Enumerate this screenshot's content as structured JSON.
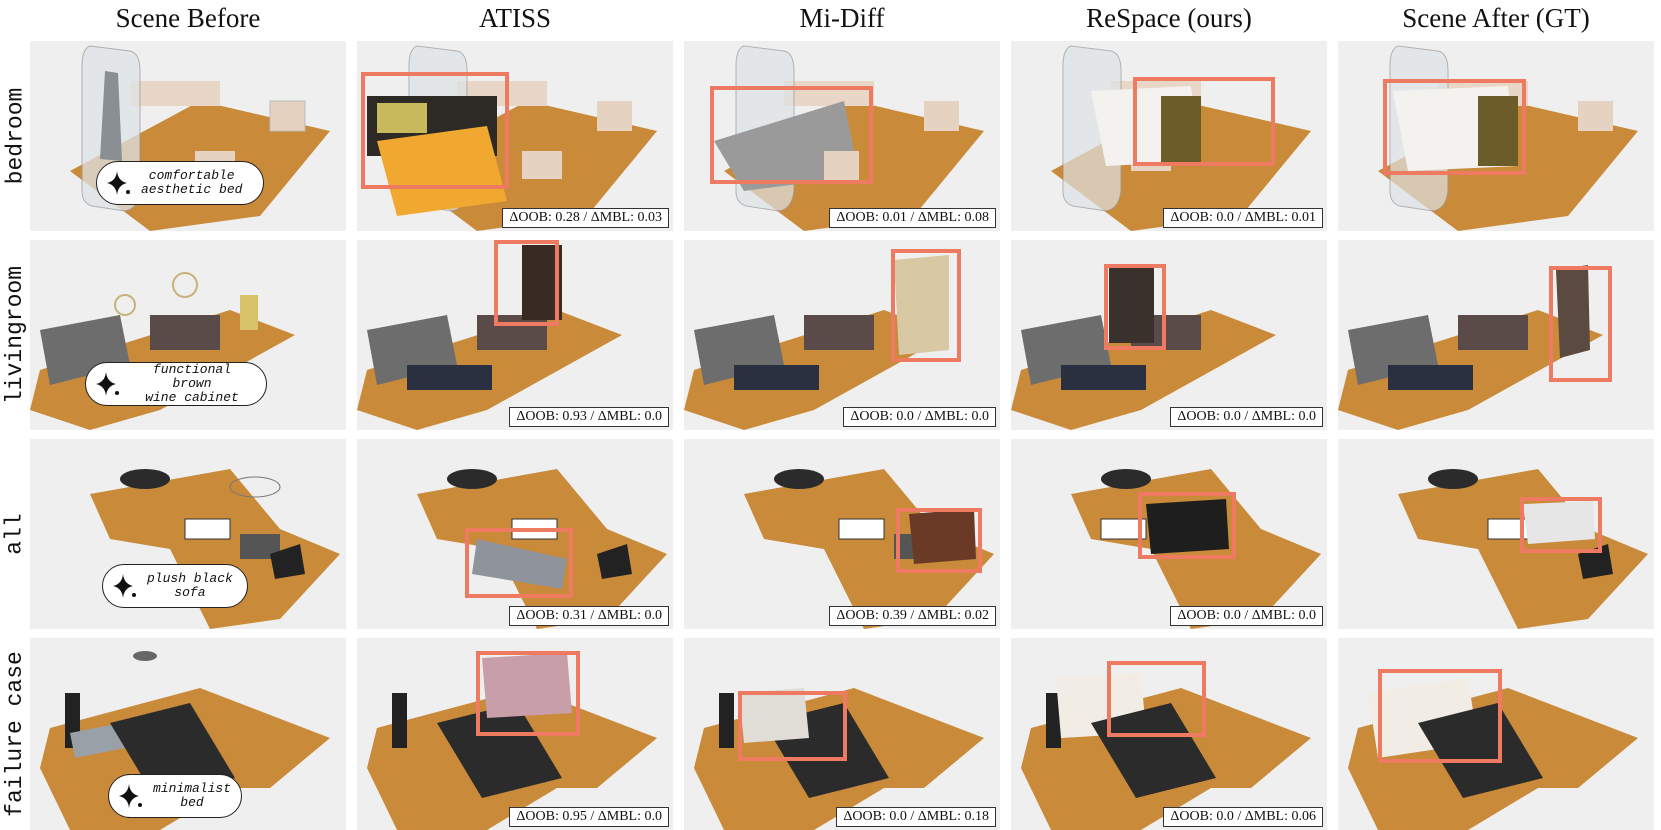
{
  "columns": [
    "Scene Before",
    "ATISS",
    "Mi-Diff",
    "ReSpace (ours)",
    "Scene After (GT)"
  ],
  "rows": [
    {
      "label": "bedroom",
      "prompt": "comfortable\naesthetic bed",
      "metrics": [
        "ΔOOB: 0.28 / ΔMBL: 0.03",
        "ΔOOB: 0.01 / ΔMBL: 0.08",
        "ΔOOB: 0.0 / ΔMBL: 0.01"
      ]
    },
    {
      "label": "livingroom",
      "prompt": "functional brown\nwine cabinet",
      "metrics": [
        "ΔOOB: 0.93 / ΔMBL: 0.0",
        "ΔOOB: 0.0 / ΔMBL: 0.0",
        "ΔOOB: 0.0 / ΔMBL: 0.0"
      ]
    },
    {
      "label": "all",
      "prompt": "plush black\nsofa",
      "metrics": [
        "ΔOOB: 0.31 / ΔMBL: 0.0",
        "ΔOOB: 0.39 / ΔMBL: 0.02",
        "ΔOOB: 0.0 / ΔMBL: 0.0"
      ]
    },
    {
      "label": "failure case",
      "prompt": "minimalist\nbed",
      "metrics": [
        "ΔOOB: 0.95 / ΔMBL: 0.0",
        "ΔOOB: 0.0 / ΔMBL: 0.18",
        "ΔOOB: 0.0 / ΔMBL: 0.06"
      ]
    }
  ],
  "colors": {
    "highlight": "#ef7a62",
    "floor": "#c98a3a",
    "panel": "#efefef"
  },
  "icons": {
    "prompt": "sparkle-icon"
  }
}
